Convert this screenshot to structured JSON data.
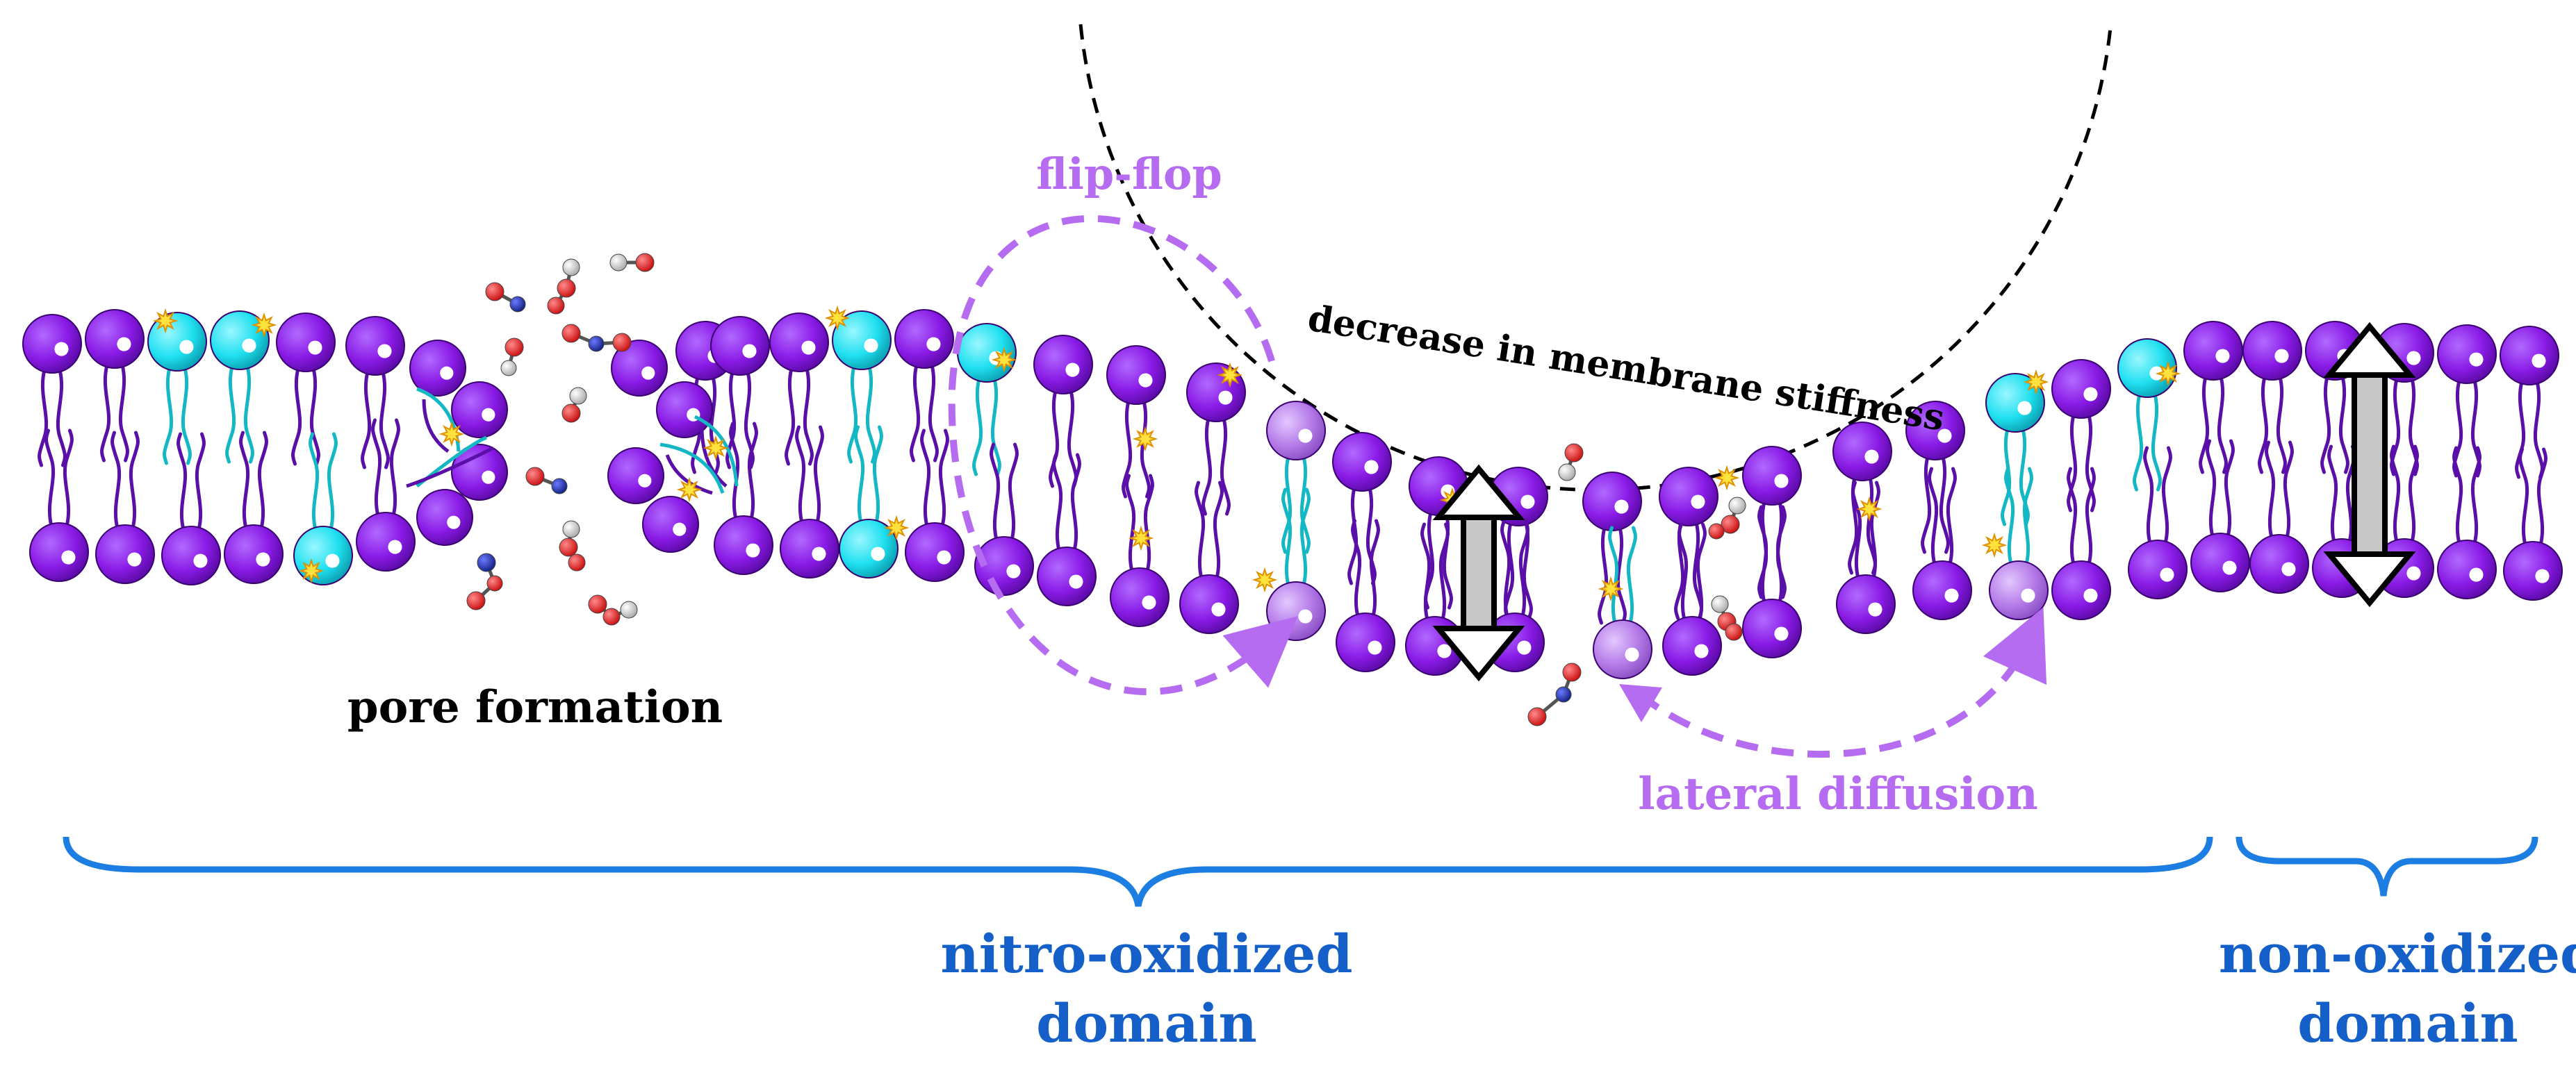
{
  "labels": {
    "flip_flop": "flip-flop",
    "stiffness": "decrease in membrane stiffness",
    "pore": "pore formation",
    "lateral": "lateral diffusion",
    "nitro_line1": "nitro-oxidized",
    "nitro_line2": "domain",
    "non_line1": "non-oxidized",
    "non_line2": "domain"
  },
  "colors": {
    "lipid_head": "#8a1be6",
    "oxidized_head": "#1fe0f0",
    "flipping_head": "#b57be8",
    "tail": "#5a0fa8",
    "oxidized_tail": "#14b8c4",
    "annotation_purple": "#b56cf0",
    "brace_blue": "#1c7ee3",
    "domain_text_blue": "#1560c8",
    "marker_yellow": "#ffe23d",
    "oxygen": "#e01818",
    "nitrogen": "#1a2a9e",
    "hydrogen": "#d8d8d8"
  },
  "icons": {
    "lipid": "lipid-icon",
    "oxidation_marker": "star-icon",
    "molecule": "reactive-species-icon",
    "thickness": "double-arrow-icon"
  }
}
